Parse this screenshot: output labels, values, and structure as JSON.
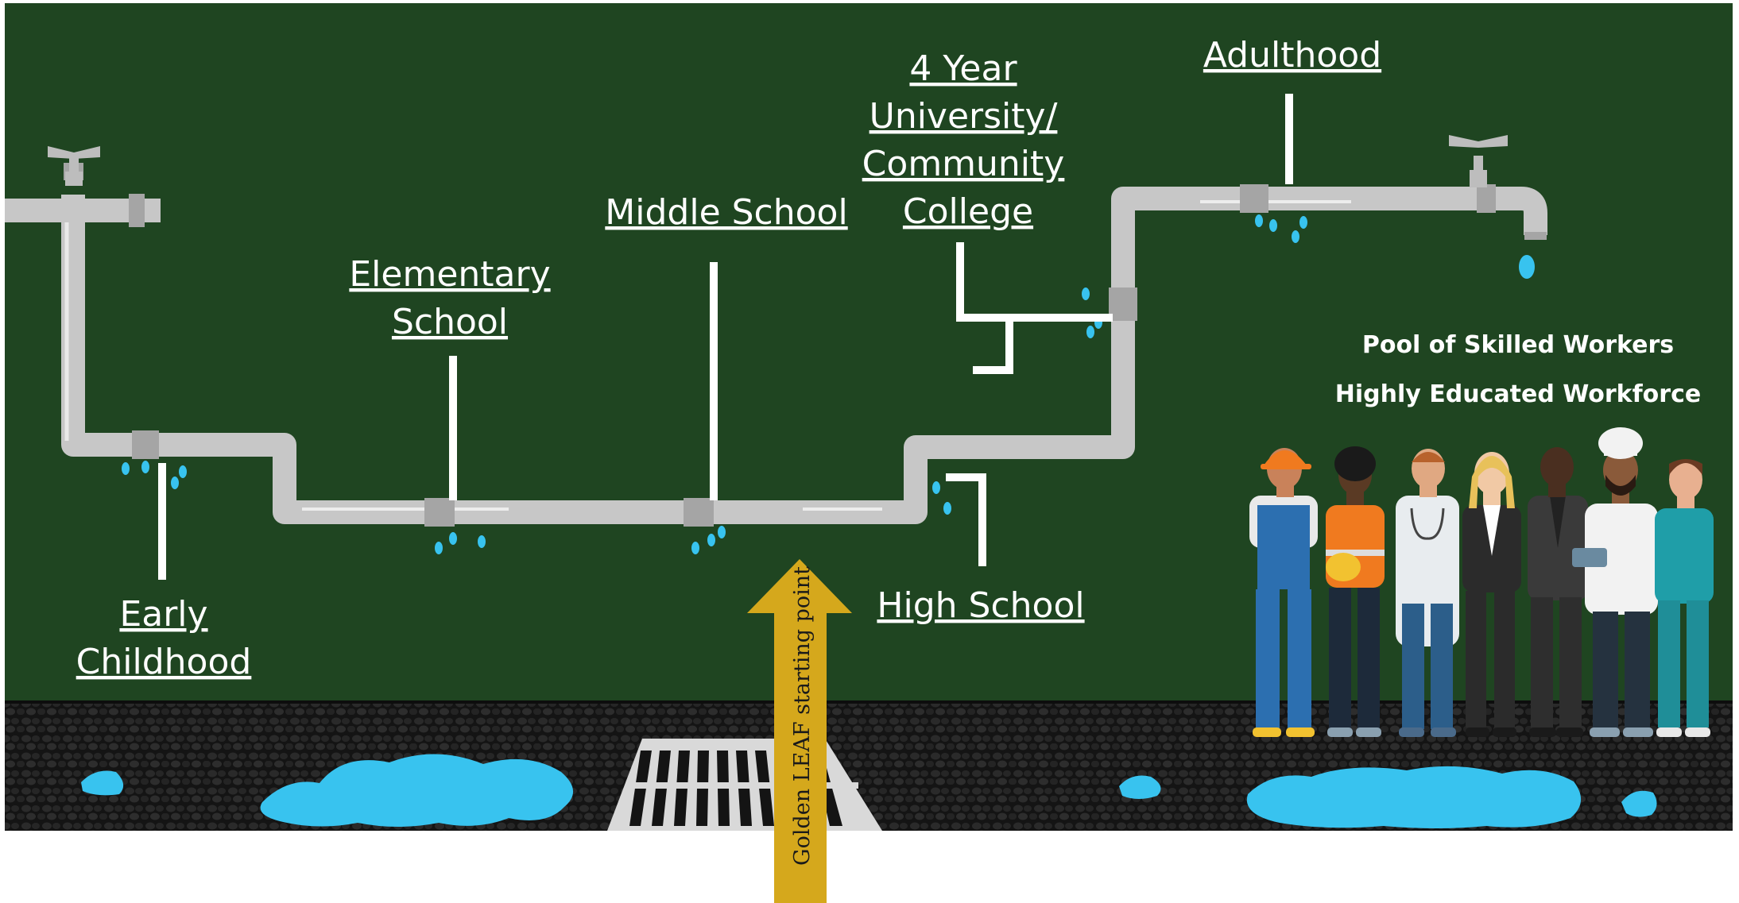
{
  "labels": {
    "early_line1": "Early",
    "early_line2": "Childhood",
    "elementary_line1": "Elementary",
    "elementary_line2": "School",
    "middle": "Middle School",
    "high": "High School",
    "college_line1": "4 Year",
    "college_line2": "University/",
    "college_line3": "Community",
    "college_line4": "College",
    "adulthood": "Adulthood"
  },
  "pool": {
    "line1": "Pool of Skilled Workers",
    "line2": "Highly Educated Workforce"
  },
  "arrow": {
    "text": "Golden LEAF starting point"
  },
  "colors": {
    "board": "#1f4521",
    "pipe": "#c7c7c7",
    "water": "#38c3ef",
    "ground": "#1a1a1a",
    "arrow": "#d5a81c"
  }
}
